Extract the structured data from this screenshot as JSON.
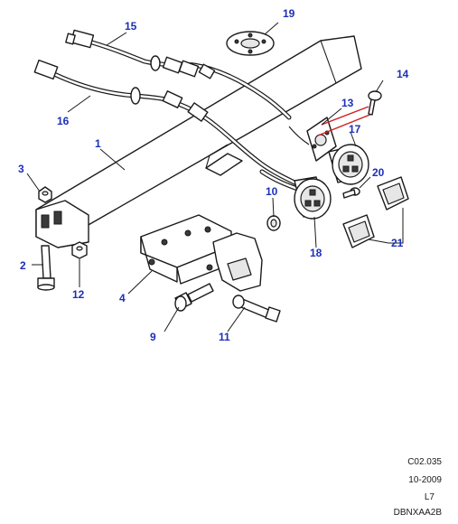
{
  "callouts": {
    "c1": "1",
    "c2": "2",
    "c3": "3",
    "c4": "4",
    "c9": "9",
    "c10": "10",
    "c11": "11",
    "c12": "12",
    "c13": "13",
    "c14": "14",
    "c15": "15",
    "c16": "16",
    "c17": "17",
    "c18": "18",
    "c19": "19",
    "c20": "20",
    "c21": "21"
  },
  "reference": {
    "code": "C02.035",
    "date": "10-2009",
    "level": "L7",
    "image_id": "DBNXAA2B"
  },
  "colors": {
    "callout": "#1c2fb8",
    "highlight": "#d02020"
  }
}
